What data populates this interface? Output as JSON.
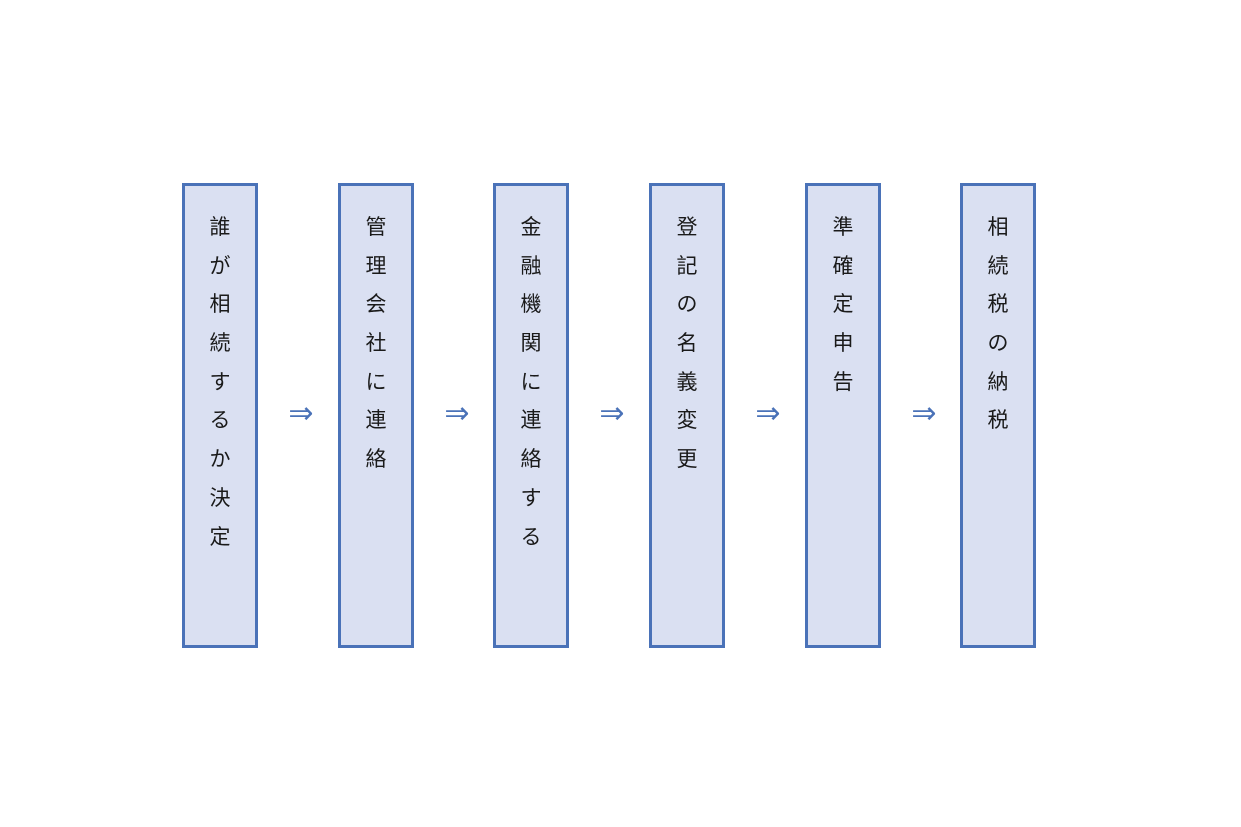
{
  "steps": [
    {
      "label": "誰が相続するか決定"
    },
    {
      "label": "管理会社に連絡"
    },
    {
      "label": "金融機関に連絡する"
    },
    {
      "label": "登記の名義変更"
    },
    {
      "label": "準確定申告"
    },
    {
      "label": "相続税の納税"
    }
  ],
  "arrow_symbol": "⇒",
  "colors": {
    "box_fill": "#dae0f2",
    "box_border": "#4a72b8",
    "arrow": "#4a72b8",
    "text": "#1a1a1a"
  }
}
